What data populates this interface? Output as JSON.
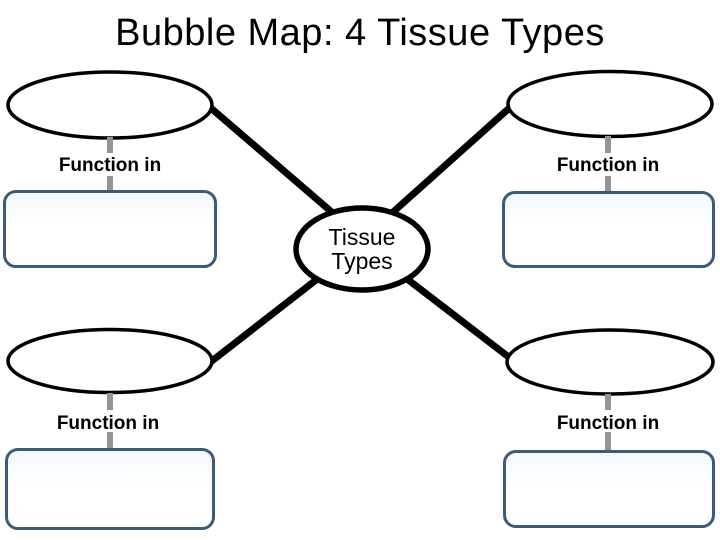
{
  "title": "Bubble Map: 4 Tissue Types",
  "center": {
    "label": "Tissue\nTypes"
  },
  "branches": {
    "top_left": {
      "function_label": "Function in",
      "bubble_text": "",
      "box_text": ""
    },
    "top_right": {
      "function_label": "Function in",
      "bubble_text": "",
      "box_text": ""
    },
    "bottom_left": {
      "function_label": "Function in",
      "bubble_text": "",
      "box_text": ""
    },
    "bottom_right": {
      "function_label": "Function in",
      "bubble_text": "",
      "box_text": ""
    }
  },
  "colors": {
    "background": "#ffffff",
    "title_text": "#000000",
    "bubble_stroke": "#000000",
    "connector_line": "#000000",
    "connector_stub": "#949494",
    "answer_box_border": "#3d5a78"
  }
}
